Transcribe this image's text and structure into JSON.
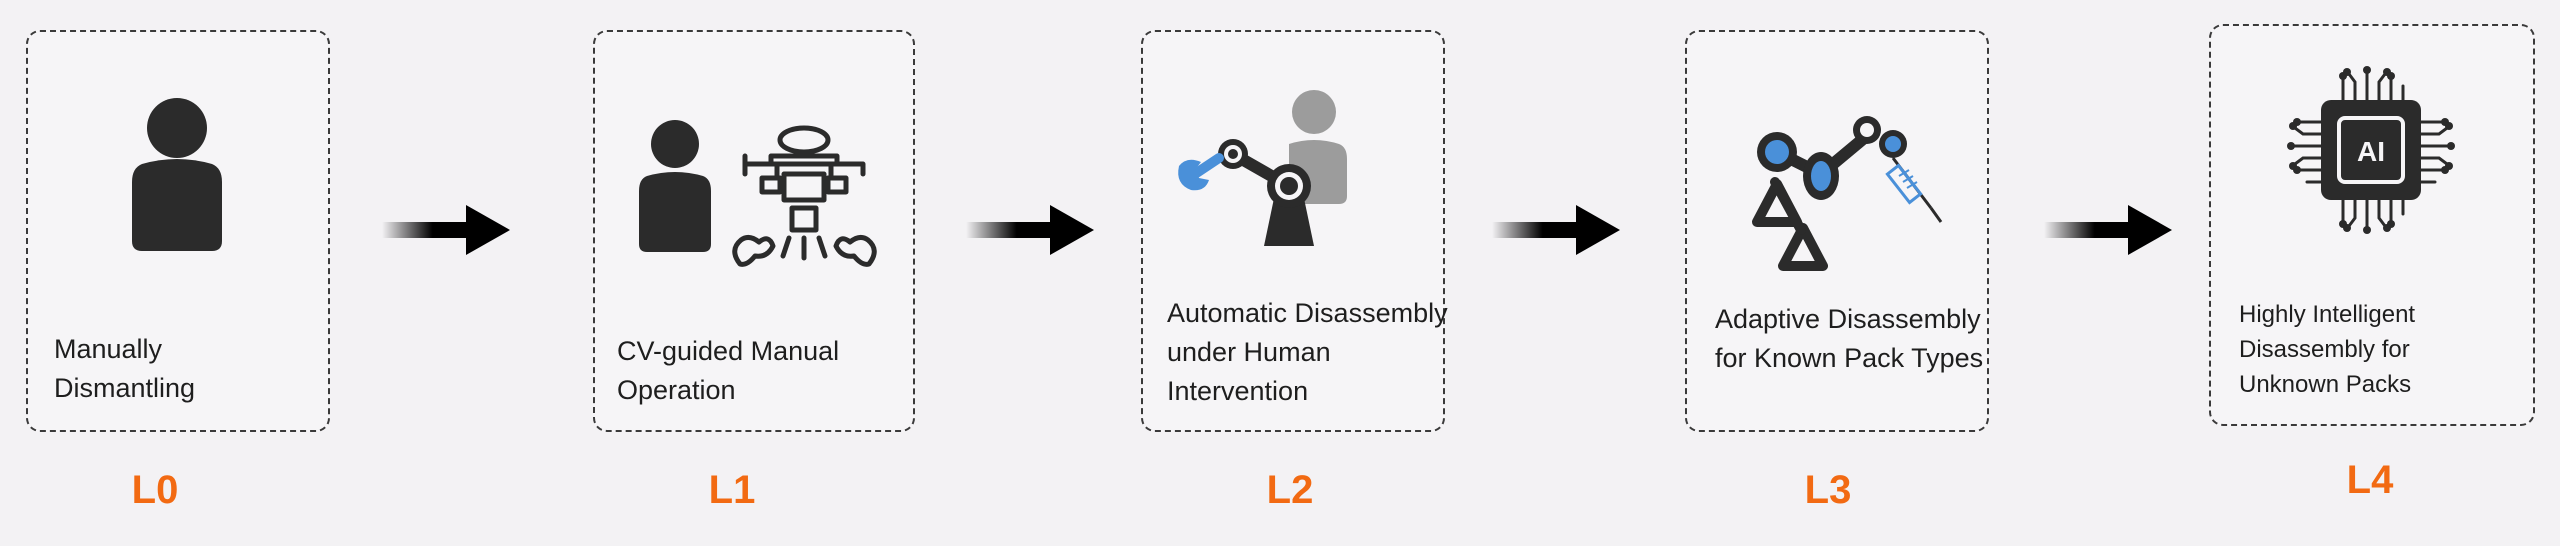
{
  "stages": [
    {
      "level": "L0",
      "lines": [
        "Manually",
        "Dismantling"
      ],
      "icon": "person-icon"
    },
    {
      "level": "L1",
      "lines": [
        "CV-guided Manual",
        "Operation"
      ],
      "icon": "person-with-robot-icon"
    },
    {
      "level": "L2",
      "lines": [
        "Automatic Disassembly",
        "under Human",
        "Intervention"
      ],
      "icon": "robot-arm-with-human-icon"
    },
    {
      "level": "L3",
      "lines": [
        "Adaptive Disassembly",
        "for Known Pack Types"
      ],
      "icon": "adaptive-robot-arm-icon"
    },
    {
      "level": "L4",
      "lines": [
        "Highly Intelligent",
        "Disassembly for",
        "Unknown Packs"
      ],
      "icon": "ai-chip-icon"
    }
  ],
  "colors": {
    "level": "#f26a12",
    "icon_dark": "#2b2b2b",
    "icon_gray": "#9c9c9c",
    "accent_blue": "#4a90d9"
  }
}
